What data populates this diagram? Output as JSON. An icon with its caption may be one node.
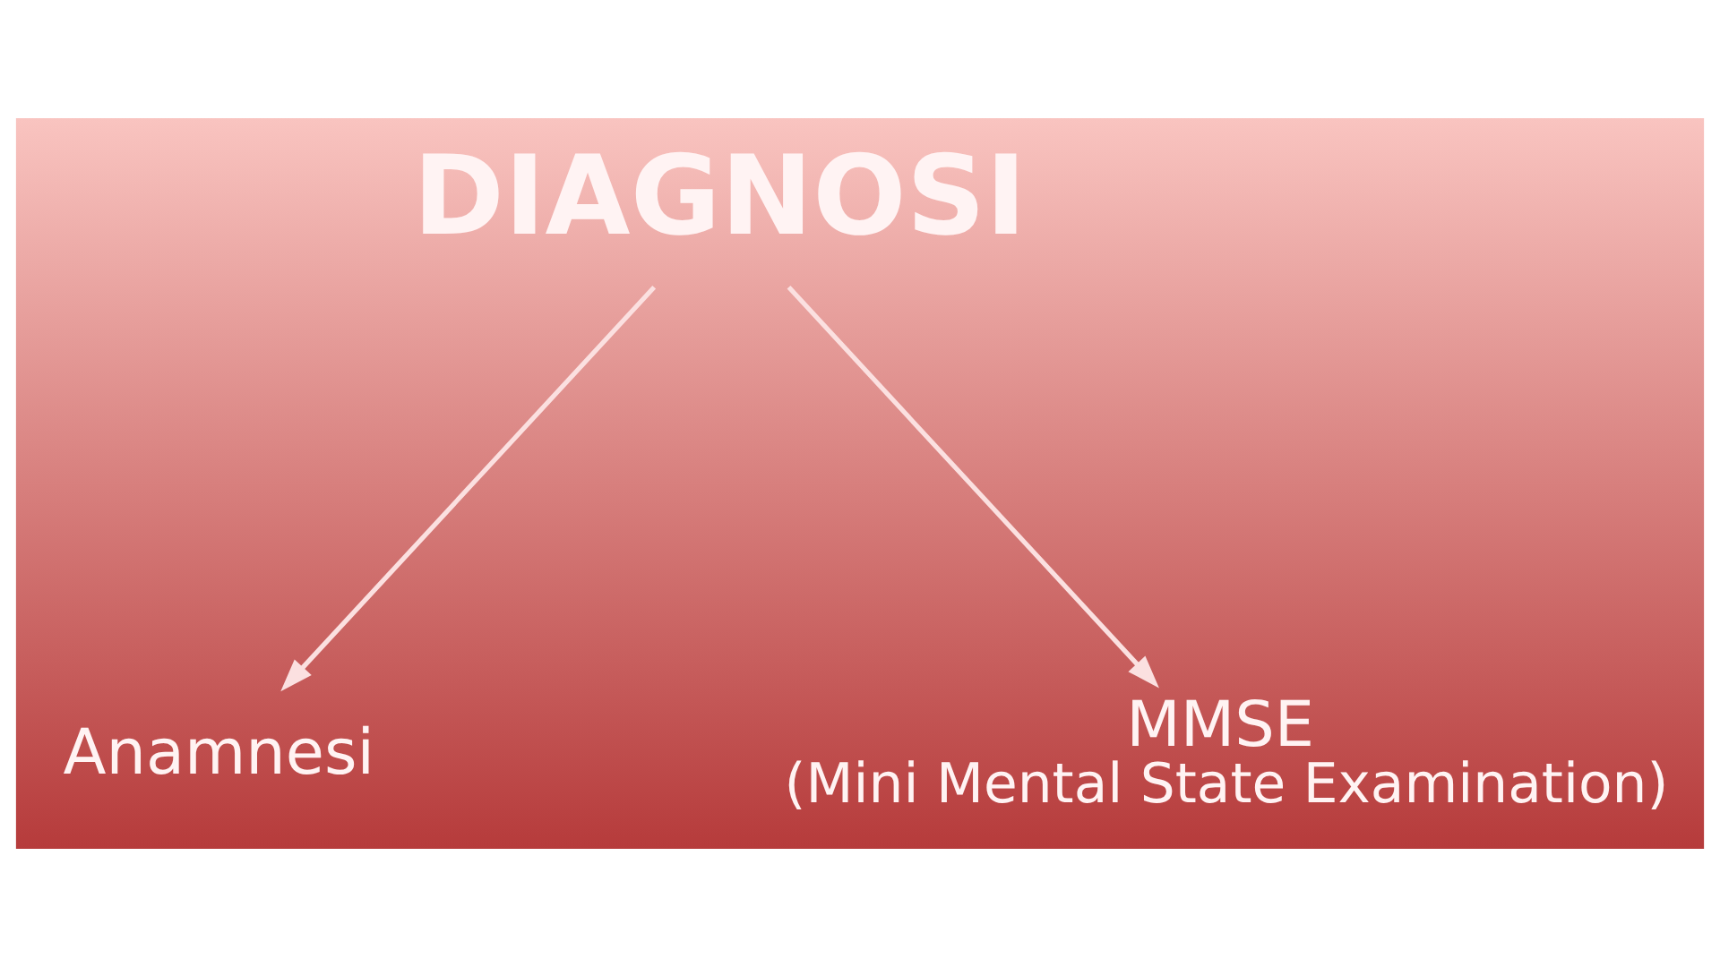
{
  "diagram": {
    "nodes": [
      {
        "text": [
          "DIAGNOSI"
        ]
      },
      {
        "text": [
          "Anamnesi"
        ]
      },
      {
        "text": [
          "MMSE"
        ],
        "beside": [
          "(Mini Mental State Examination)"
        ]
      }
    ],
    "edges": [
      {
        "from": 0,
        "to": 1,
        "arrow": "to"
      },
      {
        "from": 0,
        "to": 2,
        "arrow": "to"
      }
    ]
  }
}
